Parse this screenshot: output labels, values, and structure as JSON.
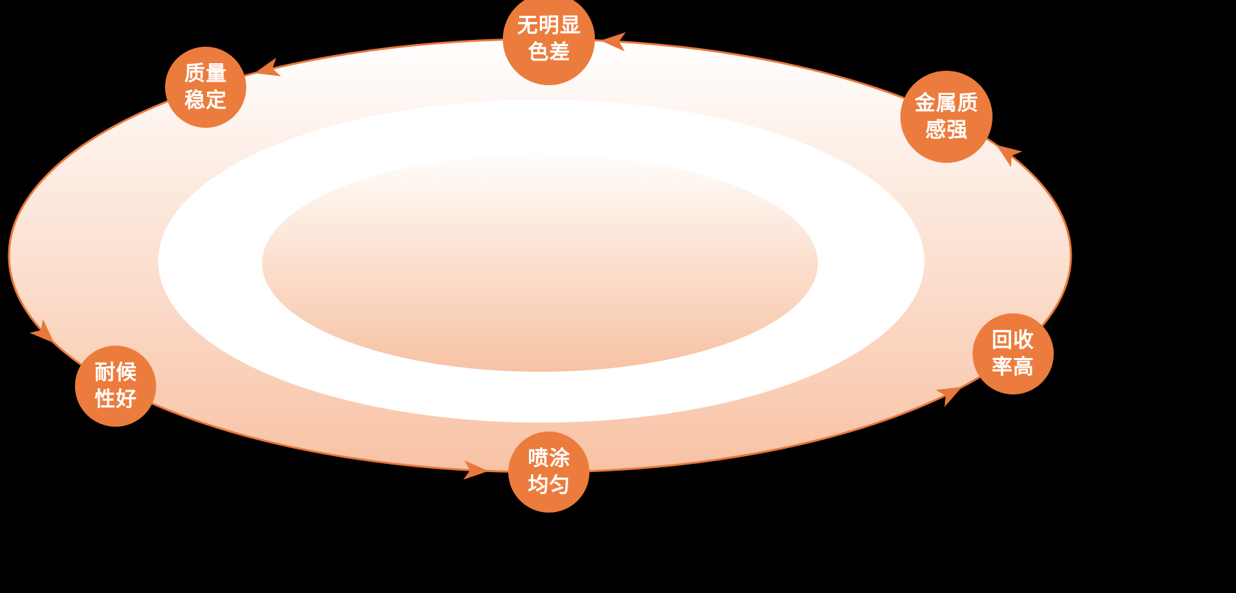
{
  "diagram": {
    "type": "cycle",
    "direction": "counterclockwise",
    "background_color": "#000000",
    "accent_color": "#E8783B",
    "badge_color": "#EC7C3D",
    "badge_text_color": "#FFFFFF",
    "ring_color": "#FFFFFF",
    "outer_gradient": {
      "top": "#FFFFFF",
      "bottom": "#F8C2A4"
    },
    "inner_gradient": {
      "top": "#FFFDFB",
      "bottom": "#F7C2A3"
    },
    "items": [
      {
        "id": "no-visible-color-difference",
        "lines": [
          "无明显",
          "色差"
        ],
        "angle": 89
      },
      {
        "id": "stable-quality",
        "lines": [
          "质量",
          "稳定"
        ],
        "angle": 129
      },
      {
        "id": "good-weather-resistance",
        "lines": [
          "耐候",
          "性好"
        ],
        "angle": 217
      },
      {
        "id": "uniform-spraying",
        "lines": [
          "喷涂",
          "均匀"
        ],
        "angle": 271
      },
      {
        "id": "high-recycling-rate",
        "lines": [
          "回收",
          "率高"
        ],
        "angle": 333
      },
      {
        "id": "strong-metallic-texture",
        "lines": [
          "金属质",
          "感强"
        ],
        "angle": 40
      }
    ],
    "arrow_angles": [
      83,
      122,
      203,
      264,
      322,
      30
    ]
  }
}
